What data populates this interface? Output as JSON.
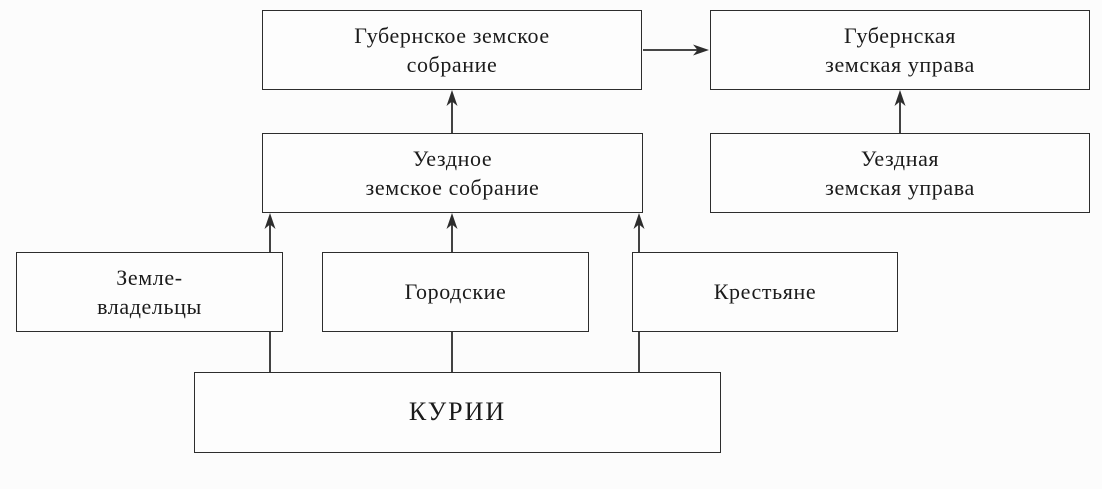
{
  "diagram": {
    "type": "flowchart",
    "language": "ru",
    "topic": "Zemstvo self-government structure",
    "colors": {
      "background": "#fcfcfc",
      "box_border": "#2d2d2d",
      "line": "#2d2d2d",
      "text": "#1b1b1b"
    },
    "nodes": {
      "provincial_assembly": {
        "lines": [
          "Губернское земское",
          "собрание"
        ]
      },
      "provincial_board": {
        "lines": [
          "Губернская",
          "земская управа"
        ]
      },
      "district_assembly": {
        "lines": [
          "Уездное",
          "земское собрание"
        ]
      },
      "district_board": {
        "lines": [
          "Уездная",
          "земская управа"
        ]
      },
      "landowners": {
        "lines": [
          "Земле-",
          "владельцы"
        ]
      },
      "urban": {
        "lines": [
          "Городские"
        ]
      },
      "peasants": {
        "lines": [
          "Крестьяне"
        ]
      },
      "curiae": {
        "lines": [
          "КУРИИ"
        ]
      }
    },
    "edges": [
      {
        "from": "provincial_assembly",
        "to": "provincial_board",
        "style": "arrow",
        "direction": "right"
      },
      {
        "from": "district_assembly",
        "to": "provincial_assembly",
        "style": "arrow",
        "direction": "up"
      },
      {
        "from": "district_board",
        "to": "provincial_board",
        "style": "arrow",
        "direction": "up"
      },
      {
        "from": "landowners",
        "to": "district_assembly",
        "style": "arrow",
        "direction": "up"
      },
      {
        "from": "urban",
        "to": "district_assembly",
        "style": "arrow",
        "direction": "up"
      },
      {
        "from": "peasants",
        "to": "district_assembly",
        "style": "arrow",
        "direction": "up"
      },
      {
        "from": "curiae",
        "to": "landowners",
        "style": "line",
        "direction": "up"
      },
      {
        "from": "curiae",
        "to": "urban",
        "style": "line",
        "direction": "up"
      },
      {
        "from": "curiae",
        "to": "peasants",
        "style": "line",
        "direction": "up"
      }
    ]
  }
}
